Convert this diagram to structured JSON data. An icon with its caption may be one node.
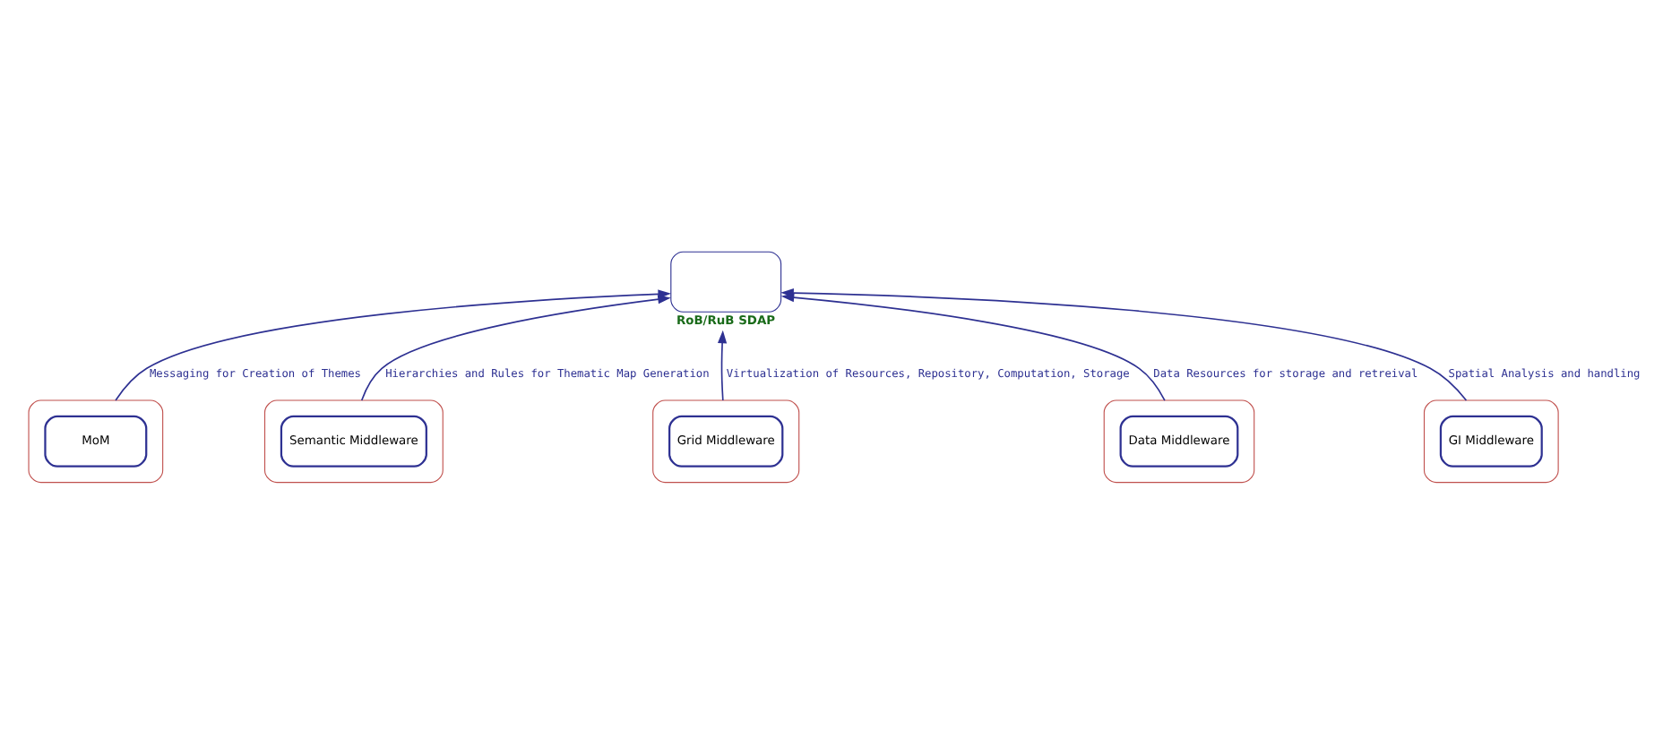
{
  "diagram": {
    "nodes": [
      {
        "text": [
          "RoB/RuB SDAP"
        ]
      },
      {
        "text": [],
        "shape": "box"
      },
      {
        "text": [
          "MoM"
        ],
        "in": 1
      },
      {
        "text": [],
        "shape": "box"
      },
      {
        "text": [
          "Semantic Middleware"
        ],
        "in": 3
      },
      {
        "text": [],
        "shape": "box"
      },
      {
        "text": [
          "Grid Middleware"
        ],
        "in": 5
      },
      {
        "text": [],
        "shape": "box"
      },
      {
        "text": [
          "Data Middleware"
        ],
        "in": 7
      },
      {
        "text": [],
        "shape": "box"
      },
      {
        "text": [
          "GI Middleware"
        ],
        "in": 9
      }
    ],
    "edges": [
      {
        "from": 1,
        "to": 0,
        "arrow": "to",
        "label": "Messaging for Creation of Themes"
      },
      {
        "from": 3,
        "to": 0,
        "arrow": "to",
        "label": "Hierarchies and Rules for Thematic Map Generation"
      },
      {
        "from": 5,
        "to": 0,
        "arrow": "to",
        "label": "Virtualization of Resources, Repository, Computation, Storage"
      },
      {
        "from": 7,
        "to": 0,
        "arrow": "to",
        "label": "Data Resources for storage and retreival"
      },
      {
        "from": 9,
        "to": 0,
        "arrow": "to",
        "label": "Spatial Analysis and handling"
      }
    ]
  }
}
